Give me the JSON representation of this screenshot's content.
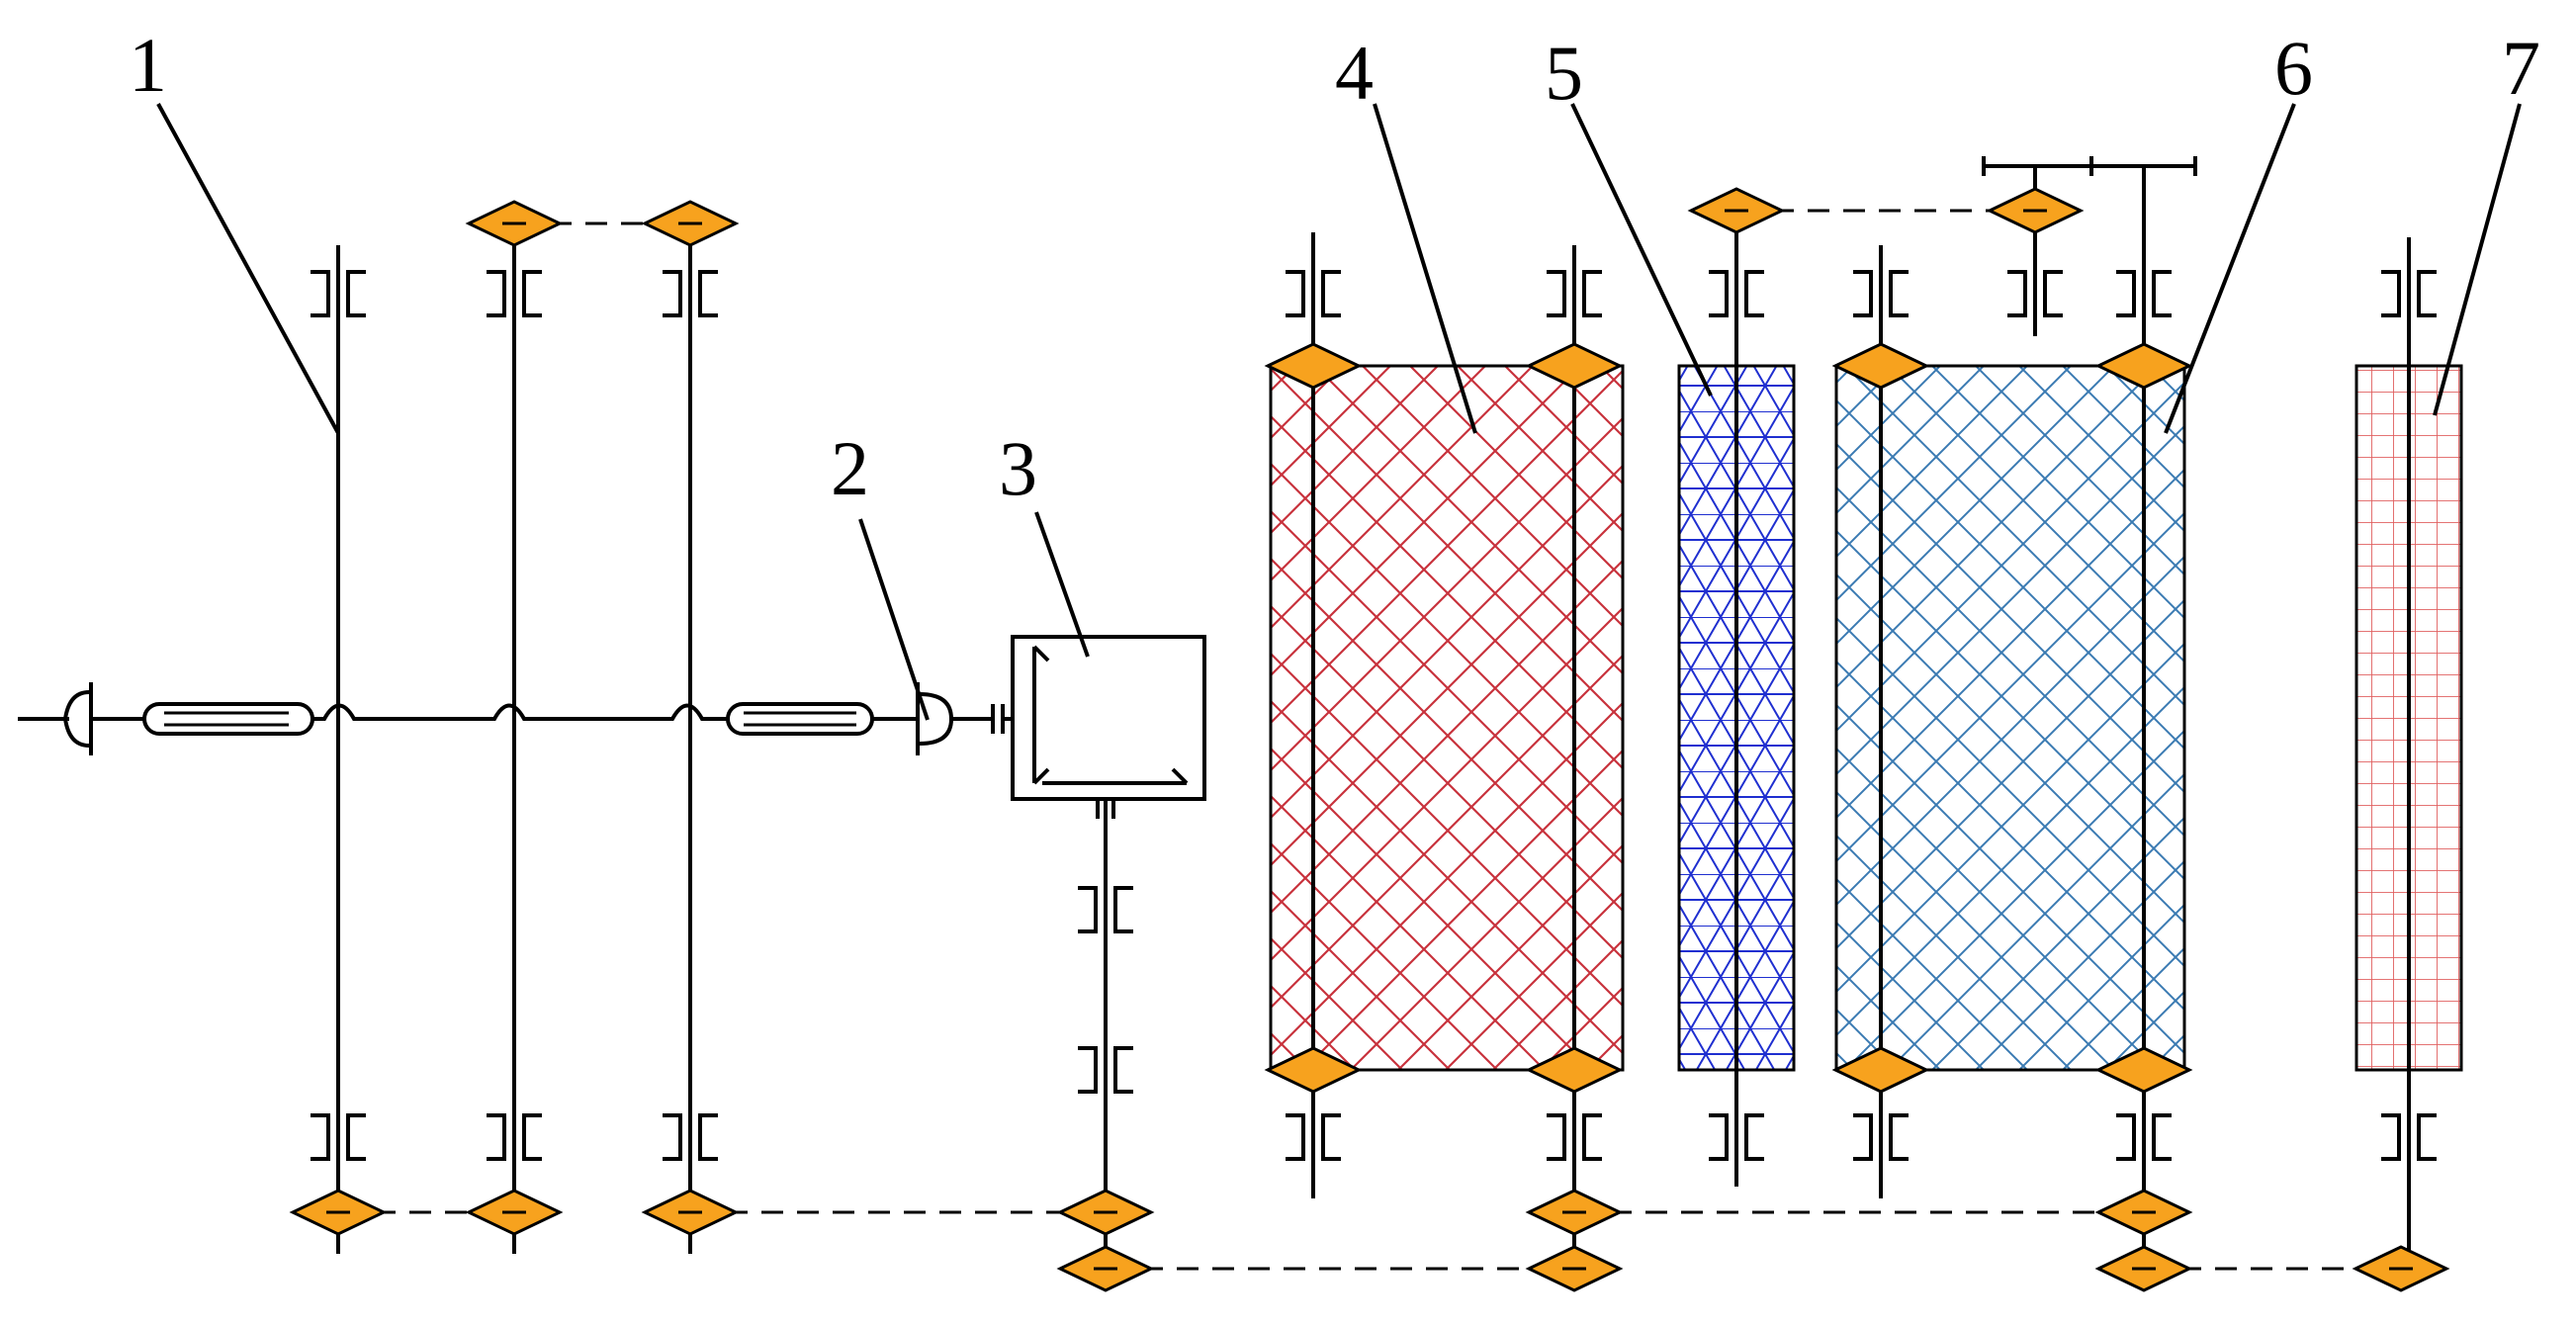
{
  "callouts": {
    "c1": "1",
    "c2": "2",
    "c3": "3",
    "c4": "4",
    "c5": "5",
    "c6": "6",
    "c7": "7"
  },
  "colors": {
    "sprocket": "#f7a21e",
    "hatch_red": "#c8323c",
    "hatch_blue": "#1f2fd0",
    "hatch_steel": "#3a7ab2",
    "grid_red": "#e06060",
    "line": "#000000"
  },
  "icons": {
    "sprocket": "orange-diamond-sprocket-icon",
    "bearing": "bearing-bracket-icon",
    "coupling": "half-dome-coupling-icon"
  }
}
